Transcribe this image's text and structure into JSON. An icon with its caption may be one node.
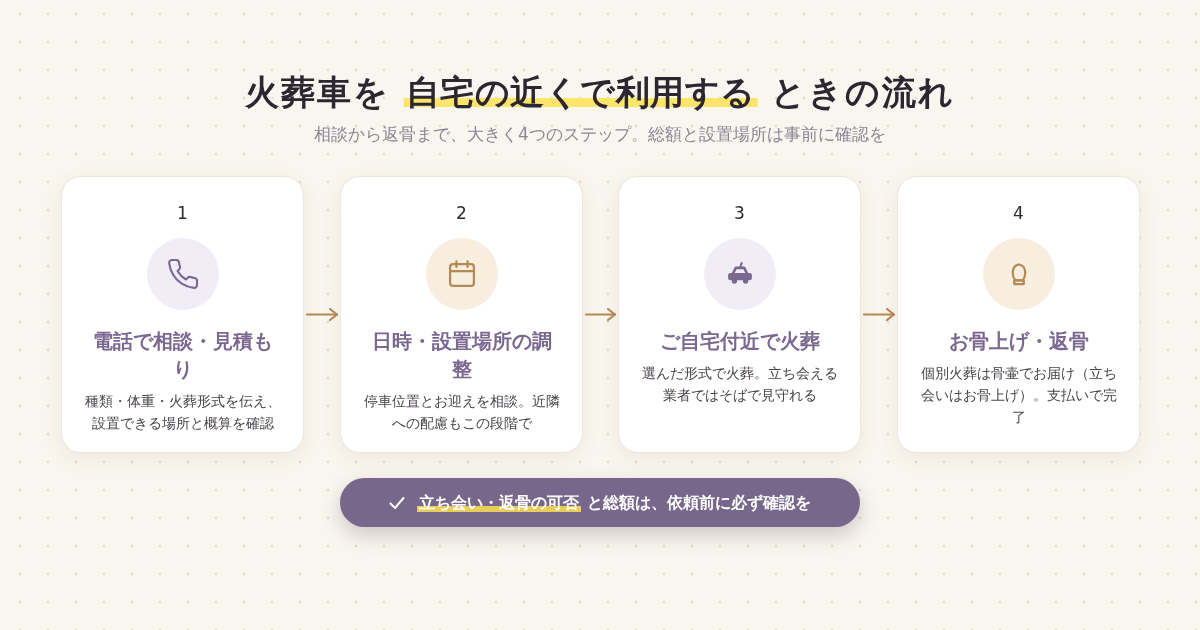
{
  "diagram": {
    "title": "火葬車を **自宅の近くで利用する** ときの流れ",
    "nodes": [
      {
        "text": [
          "1",
          "電話で相談・見積もり",
          "種類・体重・火葬形式を伝え、設置できる場所と概算を確認"
        ]
      },
      {
        "text": [
          "2",
          "日時・設置場所の調整",
          "停車位置とお迎えを相談。近隣への配慮もこの段階で"
        ]
      },
      {
        "text": [
          "3",
          "ご自宅付近で火葬",
          "選んだ形式で火葬。立ち会える業者ではそばで見守れる"
        ]
      },
      {
        "text": [
          "4",
          "お骨上げ・返骨",
          "個別火葬は骨壷でお届け（立ち会いはお骨上げ）。支払いで完了"
        ]
      },
      {
        "text": [
          "**立ち会い・返骨の可否** と総額は、依頼前に必ず確認を"
        ]
      }
    ],
    "edges": [
      {
        "from": 0,
        "to": 1,
        "arrow": "to"
      },
      {
        "from": 1,
        "to": 2,
        "arrow": "to"
      },
      {
        "from": 2,
        "to": 3,
        "arrow": "to"
      }
    ],
    "labels": [
      "相談から返骨まで、大きく4つのステップ。総額と設置場所は事前に確認を"
    ]
  }
}
